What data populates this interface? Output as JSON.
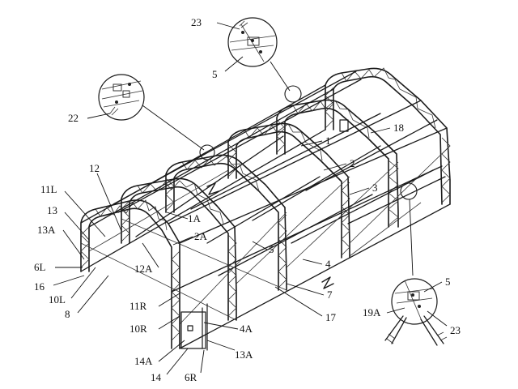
{
  "labels": {
    "l23_top": "23",
    "l5_top": "5",
    "l22": "22",
    "l18": "18",
    "l1": "1",
    "l2": "2",
    "l3": "3",
    "l12": "12",
    "l11L": "11L",
    "l13": "13",
    "l13A_left": "13A",
    "l6L": "6L",
    "l16": "16",
    "l10L": "10L",
    "l8": "8",
    "l1A": "1A",
    "l2A": "2A",
    "l12A": "12A",
    "l5_mid": "5",
    "l4": "4",
    "l7": "7",
    "l11R": "11R",
    "l10R": "10R",
    "l4A": "4A",
    "l17": "17",
    "l13A_bottom": "13A",
    "l14A": "14A",
    "l14": "14",
    "l6R": "6R",
    "l5_right": "5",
    "l19A": "19A",
    "l23_right": "23"
  },
  "colors": {
    "line": "#1a1a1a",
    "background": "#ffffff"
  }
}
